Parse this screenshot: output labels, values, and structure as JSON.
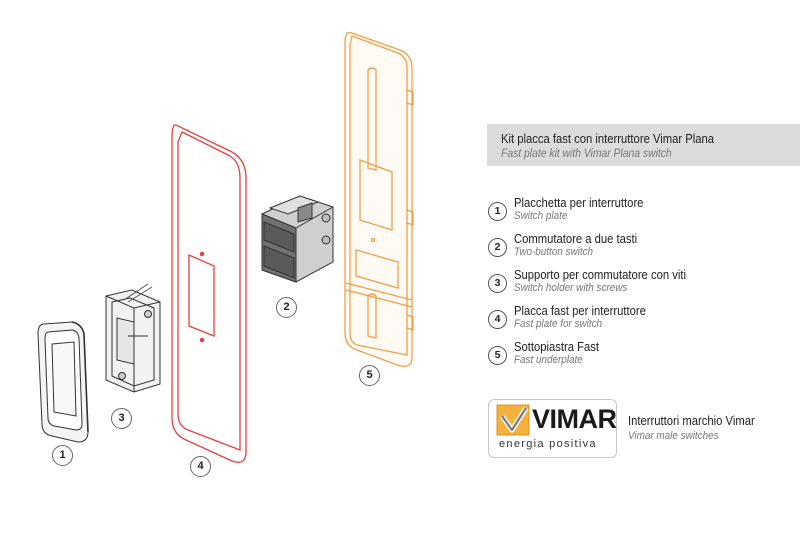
{
  "header": {
    "title_it": "Kit placca fast con interruttore Vimar Plana",
    "title_en": "Fast plate kit with Vimar Plana switch"
  },
  "legend": [
    {
      "num": "1",
      "it": "Placchetta per interruttore",
      "en": "Switch plate"
    },
    {
      "num": "2",
      "it": "Commutatore a due tasti",
      "en": "Two-button switch"
    },
    {
      "num": "3",
      "it": "Supporto per commutatore con viti",
      "en": "Switch holder with screws"
    },
    {
      "num": "4",
      "it": "Placca fast per interruttore",
      "en": "Fast plate for switch"
    },
    {
      "num": "5",
      "it": "Sottopiastra Fast",
      "en": "Fast underplate"
    }
  ],
  "brand": {
    "logo": "VIMAR",
    "tagline": "energia positiva",
    "caption_it": "Interruttori marchio Vimar",
    "caption_en": "Vimar male switches"
  },
  "callouts": [
    "1",
    "2",
    "3",
    "4",
    "5"
  ],
  "colors": {
    "plate_red": "#e8413a",
    "underplate_orange": "#f0a04a",
    "line_dark": "#444444",
    "title_bg": "#dcdcdc"
  }
}
